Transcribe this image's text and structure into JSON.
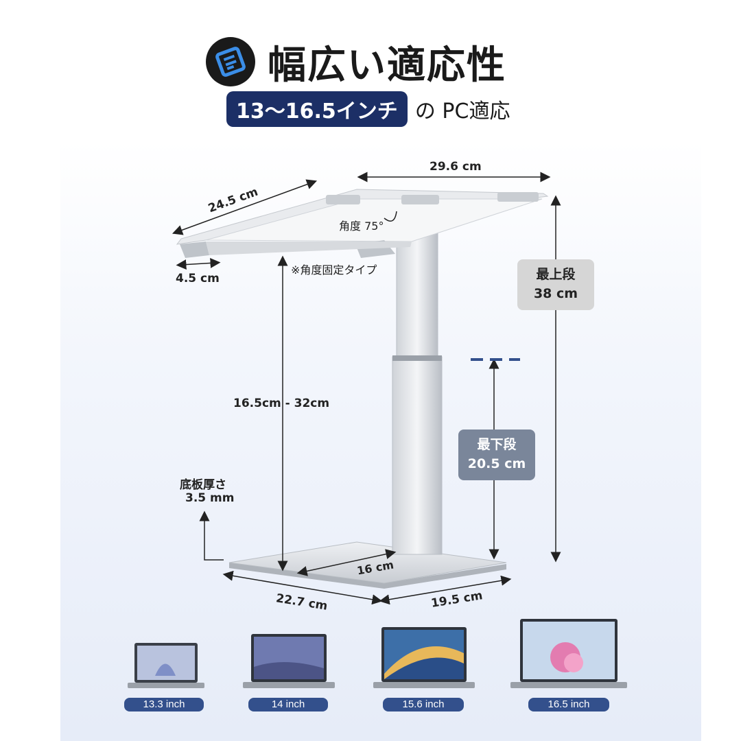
{
  "header": {
    "title": "幅広い適応性",
    "subtitle_highlight": "13〜16.5インチ",
    "subtitle_rest": "の PC適応"
  },
  "dimensions": {
    "width_top": "29.6 cm",
    "depth_top": "24.5 cm",
    "hook_width": "4.5 cm",
    "angle": "角度 75°",
    "angle_note": "※角度固定タイプ",
    "height_range": "16.5cm - 32cm",
    "max_label": "最上段",
    "max_value": "38 cm",
    "min_label": "最下段",
    "min_value": "20.5 cm",
    "base_thickness_label": "底板厚さ",
    "base_thickness_value": "3.5 mm",
    "base_inner": "16 cm",
    "base_width": "22.7 cm",
    "base_depth": "19.5 cm"
  },
  "laptops": [
    {
      "label": "13.3 inch"
    },
    {
      "label": "14 inch"
    },
    {
      "label": "15.6 inch"
    },
    {
      "label": "16.5 inch"
    }
  ],
  "colors": {
    "accent_navy": "#1c2f66",
    "pill_blue": "#33508c",
    "logo_blue": "#3b8ee8"
  }
}
